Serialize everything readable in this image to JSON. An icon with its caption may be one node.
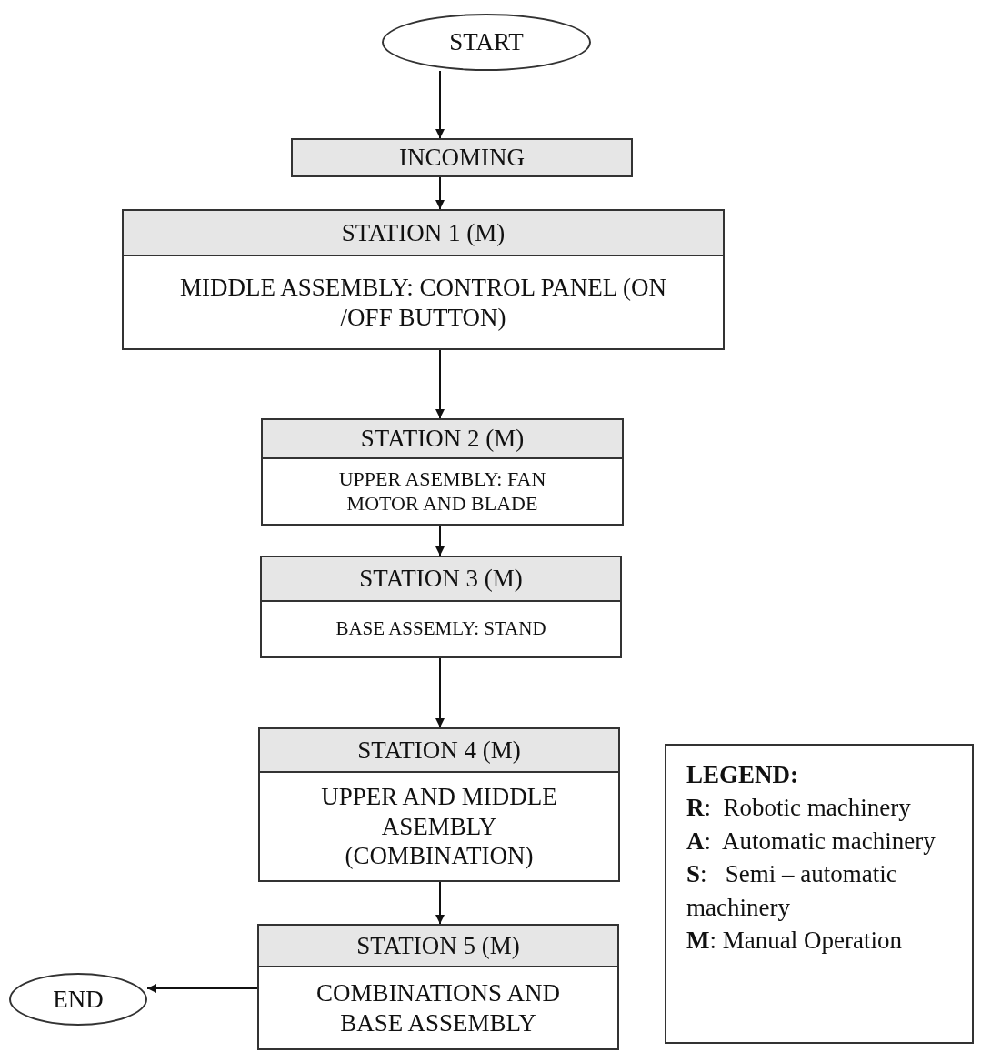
{
  "diagram": {
    "nodes": [
      {
        "text": [
          "START"
        ]
      },
      {
        "text": [
          "INCOMING"
        ]
      },
      {
        "text": [
          "STATION 1 (M)",
          "MIDDLE ASSEMBLY: CONTROL PANEL (ON /OFF BUTTON)"
        ]
      },
      {
        "text": [
          "STATION 2 (M)",
          "UPPER ASEMBLY: FAN MOTOR AND BLADE"
        ]
      },
      {
        "text": [
          "STATION 3 (M)",
          "BASE ASSEMLY: STAND"
        ]
      },
      {
        "text": [
          "STATION 4 (M)",
          "UPPER AND MIDDLE ASEMBLY (COMBINATION)"
        ]
      },
      {
        "text": [
          "STATION 5 (M)",
          "COMBINATIONS AND BASE ASSEMBLY"
        ]
      },
      {
        "text": [
          "END"
        ]
      }
    ],
    "edges": [
      {
        "from": 0,
        "to": 1,
        "arrow": "to"
      },
      {
        "from": 1,
        "to": 2,
        "arrow": "to"
      },
      {
        "from": 2,
        "to": 3,
        "arrow": "to"
      },
      {
        "from": 3,
        "to": 4,
        "arrow": "to"
      },
      {
        "from": 4,
        "to": 5,
        "arrow": "to"
      },
      {
        "from": 5,
        "to": 6,
        "arrow": "to"
      },
      {
        "from": 6,
        "to": 7,
        "arrow": "to"
      }
    ],
    "labels": [
      "LEGEND:"
    ],
    "legend": [
      {
        "text": "**R**:  Robotic machinery"
      },
      {
        "text": "**A**:  Automatic machinery"
      },
      {
        "text": "**S**:   Semi – automatic machinery"
      },
      {
        "text": "**M**: Manual Operation"
      }
    ]
  }
}
